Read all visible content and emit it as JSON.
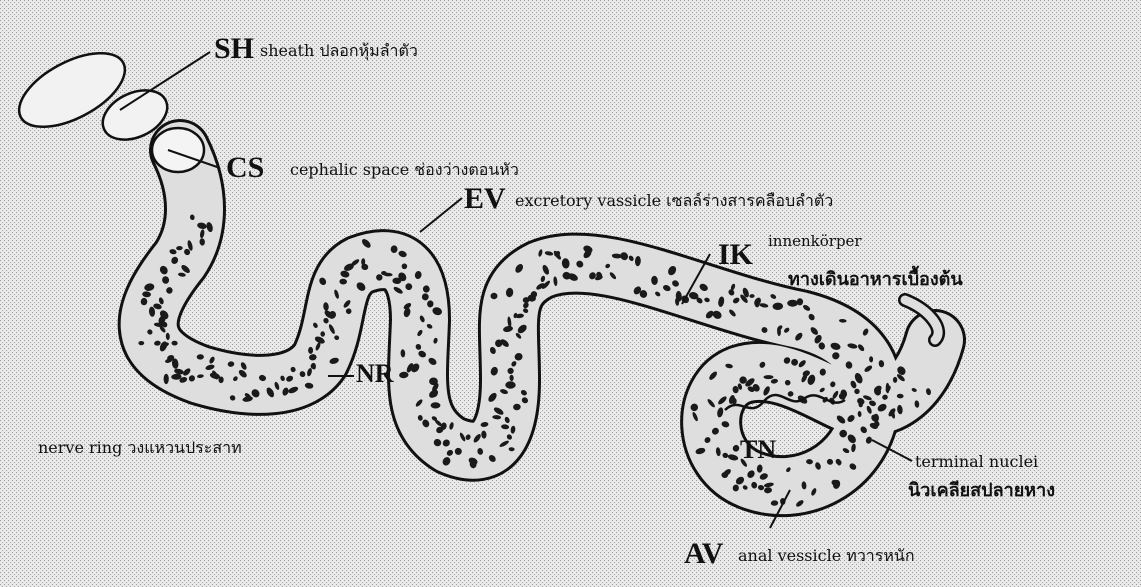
{
  "labels": {
    "sh": {
      "code": "SH",
      "text": "sheath ปลอกหุ้มลำตัว"
    },
    "cs": {
      "code": "CS",
      "text": "cephalic space ช่องว่างตอนหัว"
    },
    "ev": {
      "code": "EV",
      "text": "excretory vassicle เซลล์ร่างสารคลือบลำตัว"
    },
    "ik": {
      "code": "IK",
      "text_en": "innenkörper",
      "text_th": "ทางเดินอาหารเบื้องต้น"
    },
    "nr": {
      "code": "NR",
      "text": "nerve ring วงแหวนประสาท"
    },
    "tn": {
      "code": "TN",
      "text_en": "terminal nuclei",
      "text_th": "นิวเคลียสปลายหาง"
    },
    "av": {
      "code": "AV",
      "text": "anal vessicle ทวารหนัก"
    }
  },
  "colors": {
    "background": "#e7e7e7",
    "body_fill": "#d6d6d6",
    "outline": "#111111",
    "nuclei": "#1a1a1a"
  }
}
